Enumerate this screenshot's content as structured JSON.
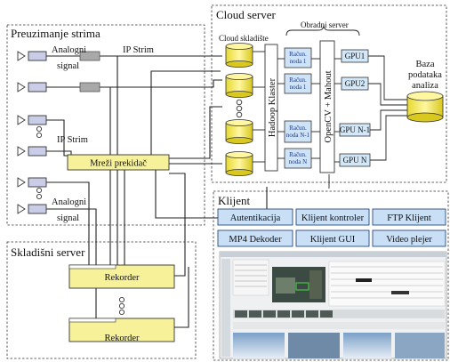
{
  "panels": {
    "stream": "Preuzimanje strima",
    "cloud": "Cloud server",
    "storage": "Skladišni server",
    "client": "Klijent"
  },
  "stream": {
    "analog_signal_top": [
      "Analogni",
      "signal"
    ],
    "ip_stream_top": "IP Strim",
    "ip_stream_mid": "IP Strim",
    "analog_signal_bottom": [
      "Analogni",
      "signal"
    ],
    "switch": "Mreži prekidač"
  },
  "cloud": {
    "storage_label": "Cloud skladište",
    "processing_label": "Obradni server",
    "hadoop": "Hadoop Klaster",
    "opencv": "OpenCV + Mahout",
    "nodes": [
      [
        "Račun.",
        "noda 1"
      ],
      [
        "Račun.",
        "noda 1"
      ],
      [
        "Račun.",
        "noda N-1"
      ],
      [
        "Račun.",
        "noda N"
      ]
    ],
    "gpus": [
      "GPU1",
      "GPU2",
      "GPU N-1",
      "GPU N"
    ],
    "db": [
      "Baza",
      "podataka",
      "analiza"
    ]
  },
  "storage": {
    "recorders": [
      "Rekorder",
      "Rekorder"
    ]
  },
  "client": {
    "buttons": [
      "Autentikacija",
      "Klijent kontroler",
      "FTP Klijent",
      "MP4 Dekoder",
      "Klijent GUI",
      "Video plejer"
    ]
  },
  "colors": {
    "module_yellow": "#f7f29a",
    "node_blue": "#cfe3f7",
    "client_button": "#c8dff5",
    "camera": "#c9cde8"
  }
}
